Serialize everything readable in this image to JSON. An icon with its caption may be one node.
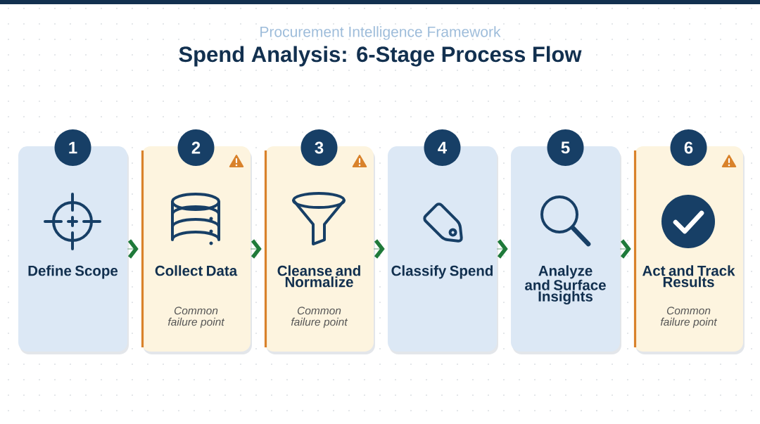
{
  "diagram": {
    "title": "Spend Analysis: 6-Stage Process Flow",
    "nodes": [
      {
        "text": [
          "1",
          "Define Scope"
        ]
      },
      {
        "text": [
          "2",
          "Collect Data",
          "Common failure point"
        ]
      },
      {
        "text": [
          "3",
          "Cleanse and Normalize",
          "Common failure point"
        ]
      },
      {
        "text": [
          "4",
          "Classify Spend"
        ]
      },
      {
        "text": [
          "5",
          "Analyze and Surface Insights"
        ]
      },
      {
        "text": [
          "6",
          "Act and Track Results",
          "Common failure point"
        ]
      }
    ],
    "edges": [
      {
        "from": 0,
        "to": 1,
        "arrow": "to"
      },
      {
        "from": 1,
        "to": 2,
        "arrow": "to"
      },
      {
        "from": 2,
        "to": 3,
        "arrow": "to"
      },
      {
        "from": 3,
        "to": 4,
        "arrow": "to"
      },
      {
        "from": 4,
        "to": 5,
        "arrow": "to"
      }
    ],
    "labels": [
      "Procurement Intelligence Framework"
    ]
  }
}
